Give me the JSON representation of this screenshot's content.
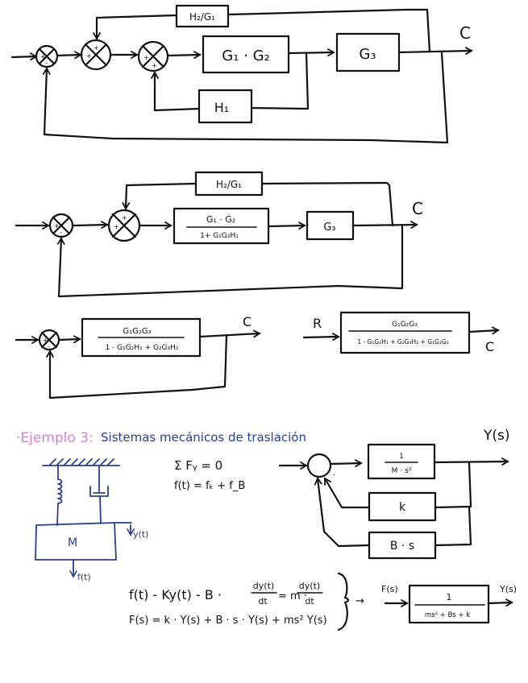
{
  "colors": {
    "ink": "#111111",
    "heading": "#d77fd3",
    "heading_text": "#2a3f8f",
    "mech_diagram": "#2a3f8f",
    "background": "#ffffff"
  },
  "diagram1": {
    "blocks": {
      "feedforward_top": "H₂/G₁",
      "g1g2": "G₁ · G₂",
      "g3": "G₃",
      "h1": "H₁"
    },
    "output_label": "C",
    "summers": [
      {
        "signs": [
          "+",
          "-"
        ]
      },
      {
        "signs": [
          "+",
          "+"
        ]
      },
      {
        "signs": [
          "+",
          "+"
        ]
      }
    ]
  },
  "diagram2": {
    "blocks": {
      "feedforward_top": "H₂/G₁",
      "closed_num": "G₁ · G₂",
      "closed_den": "1+ G₁G₂H₁",
      "g3": "G₃"
    },
    "output_label": "C",
    "summers": [
      {
        "signs": [
          "+",
          "-"
        ]
      },
      {
        "signs": [
          "+",
          "+"
        ]
      }
    ]
  },
  "diagram3": {
    "num": "G₁G₂G₃",
    "den": "1 - G₁G₂H₁ + G₂G₃H₂",
    "output_label": "C",
    "summer_signs": [
      "+",
      "-"
    ]
  },
  "diagram4": {
    "input_label": "R",
    "num": "G₁G₂G₃",
    "den": "1 - G₁G₂H₁ + G₂G₃H₂ + G₁G₂G₃",
    "output_label": "C"
  },
  "example": {
    "prefix": "·Ejemplo 3:",
    "title": "Sistemas mecánicos de traslación"
  },
  "mechanical": {
    "mass_label": "M",
    "displacement_label": "y(t)",
    "force_label": "f(t)"
  },
  "equations_top": {
    "sum_forces": "Σ Fᵧ = 0",
    "force_balance": "f(t) = fₖ + f_B"
  },
  "block4": {
    "output_label": "Y(s)",
    "forward_num": "1",
    "forward_den": "M · s²",
    "feedback_k": "k",
    "feedback_bs": "B · s",
    "summer_sign": "-"
  },
  "equations_bottom": {
    "line1_lhs": "f(t) - Ky(t) - B ·",
    "line1_frac1_num": "dy(t)",
    "line1_frac1_den": "dt",
    "line1_eq": "= m ·",
    "line1_frac2_num": "dy(t)",
    "line1_frac2_den": "dt",
    "line2": "F(s) = k · Y(s) + B · s · Y(s) + ms² Y(s)",
    "arrow": "→"
  },
  "final_block": {
    "input_label": "F(s)",
    "num": "1",
    "den": "ms² + Bs + k",
    "output_label": "Y(s)"
  }
}
